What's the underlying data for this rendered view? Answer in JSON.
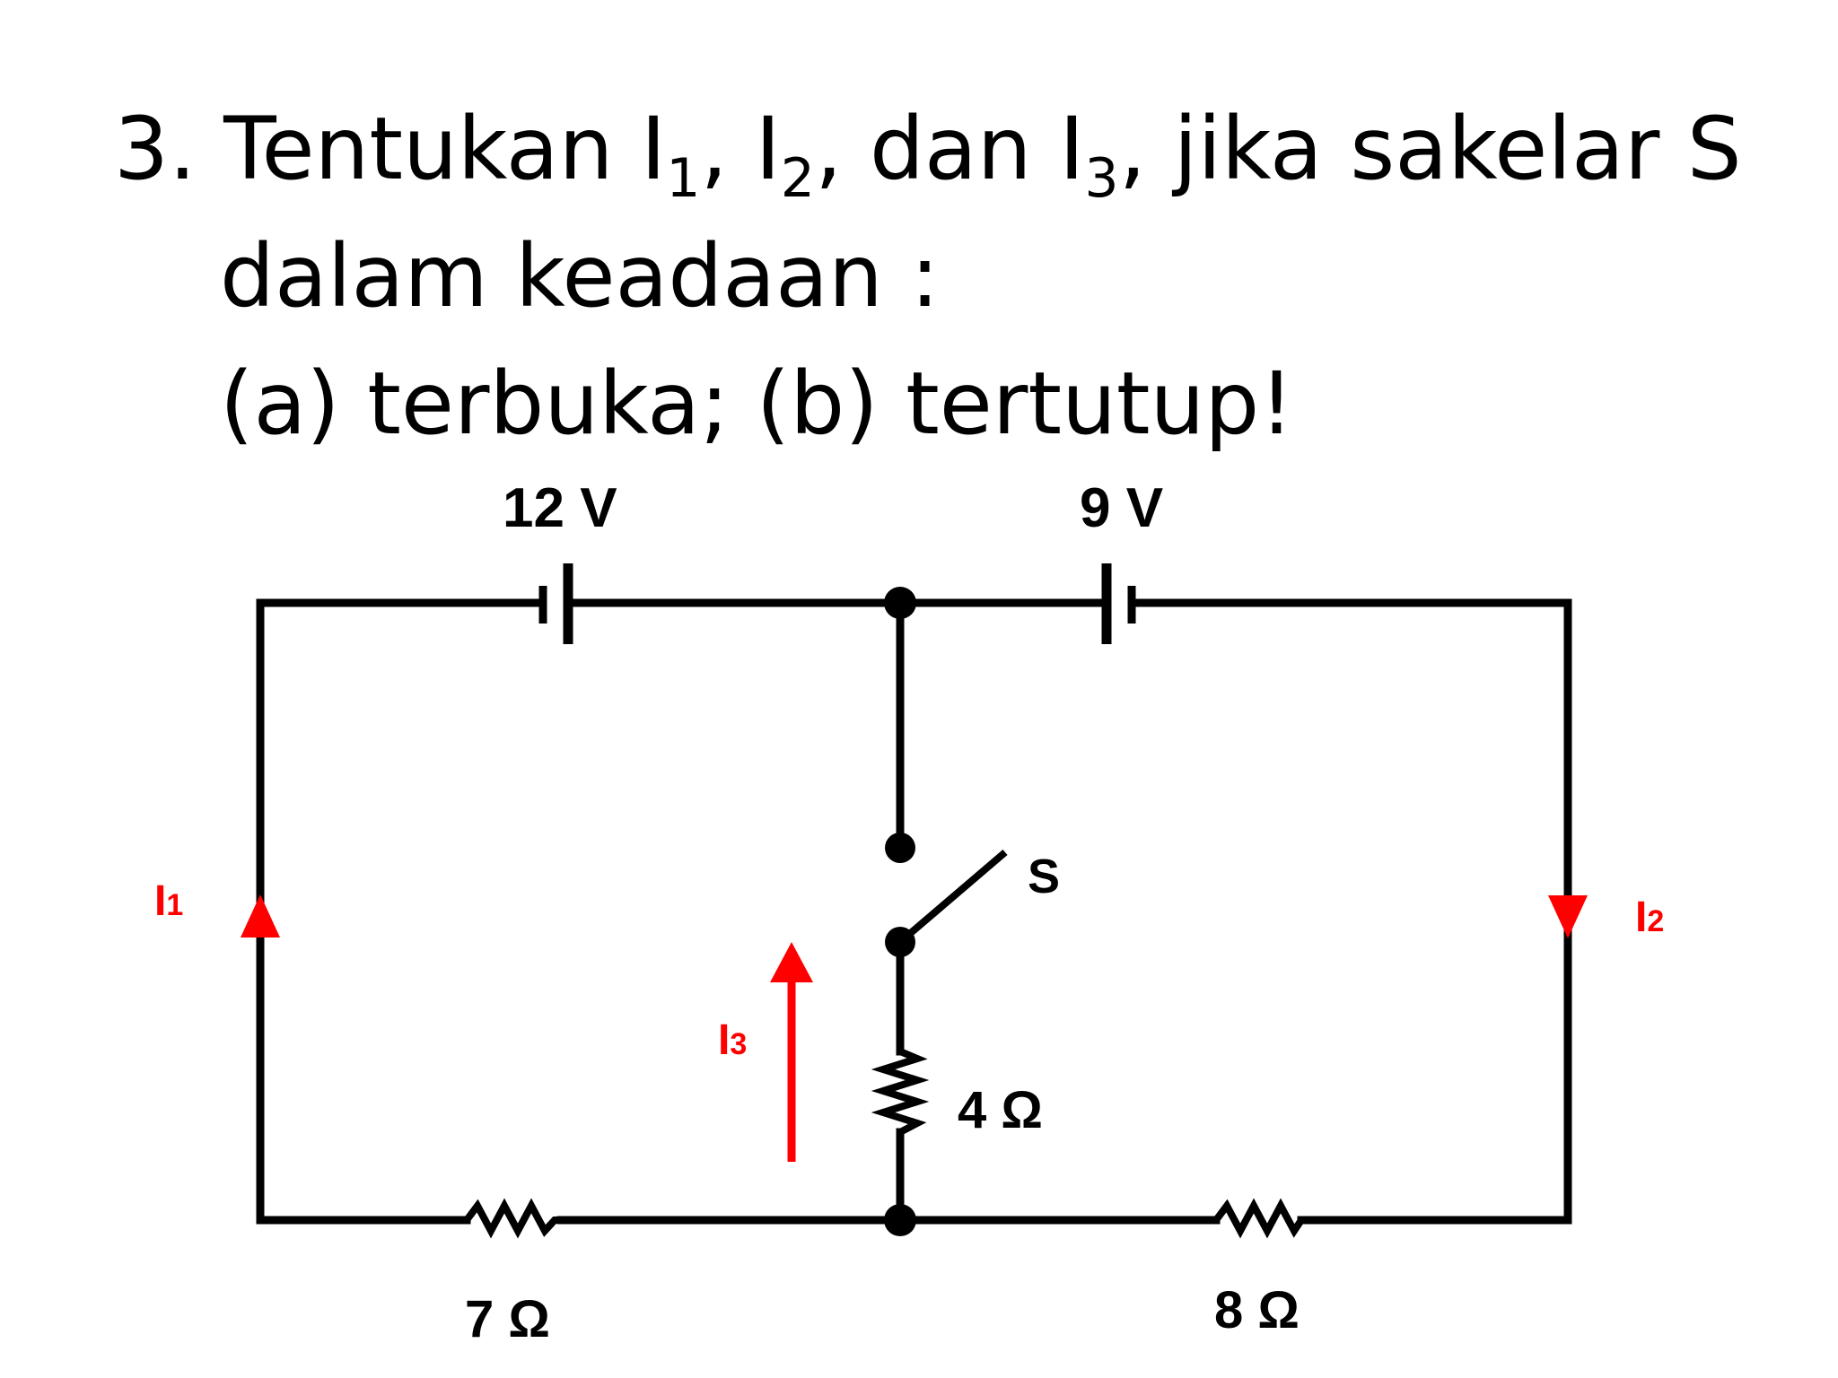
{
  "question": {
    "number": "3.",
    "text_part1": "Tentukan I",
    "sub1": "1",
    "sep1": ", I",
    "sub2": "2",
    "sep2": ", dan I",
    "sub3": "3",
    "text_part2": ", jika sakelar S",
    "line2": "dalam keadaan :",
    "line3": "(a) terbuka; (b) tertutup!"
  },
  "circuit": {
    "battery_left_label": "12 V",
    "battery_right_label": "9 V",
    "switch_label": "S",
    "resistor_middle_label": "4 Ω",
    "resistor_left_label": "7 Ω",
    "resistor_right_label": "8 Ω",
    "current_left": {
      "letter": "I",
      "sub": "1"
    },
    "current_right": {
      "letter": "I",
      "sub": "2"
    },
    "current_middle": {
      "letter": "I",
      "sub": "3"
    },
    "colors": {
      "wire": "#000000",
      "current": "#ff0000"
    }
  }
}
